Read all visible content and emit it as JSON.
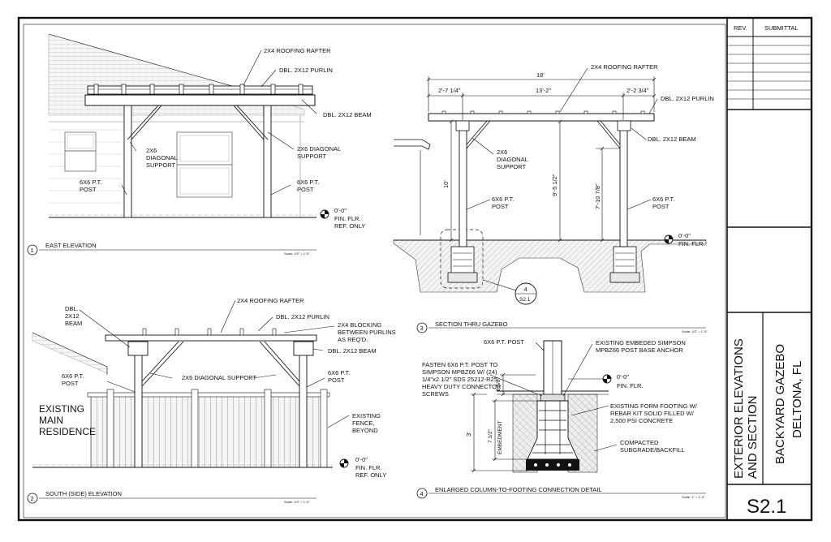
{
  "title_block": {
    "rev_header": "REV.",
    "submittal_header": "SUBMITTAL",
    "sheet_title_line1": "EXTERIOR ELEVATIONS",
    "sheet_title_line2": "AND SECTION",
    "project_line1": "BACKYARD GAZEBO",
    "project_line2": "DELTONA, FL",
    "sheet_number": "S2.1"
  },
  "views": {
    "east": {
      "number": "1",
      "title": "EAST ELEVATION",
      "scale": "Scale: 1/2\" = 1'-0\"",
      "labels": {
        "rafter": "2X4 ROOFING RAFTER",
        "purlin": "DBL. 2X12 PURLIN",
        "beam": "DBL. 2X12 BEAM",
        "diag_l1": "2X6",
        "diag_l2": "DIAGONAL",
        "diag_l3": "SUPPORT",
        "diag_r1": "2X6 DIAGONAL",
        "diag_r2": "SUPPORT",
        "post_l1": "6X6 P.T.",
        "post_l2": "POST",
        "post_r1": "6X6 P.T.",
        "post_r2": "POST",
        "elev": "0'-0\"",
        "fin1": "FIN. FLR.",
        "fin2": "REF. ONLY"
      }
    },
    "south": {
      "number": "2",
      "title": "SOUTH (SIDE) ELEVATION",
      "scale": "Scale: 1/2\" = 1'-0\"",
      "labels": {
        "rafter": "2X4 ROOFING RAFTER",
        "purlin": "DBL. 2X12 PURLIN",
        "beam_l1": "DBL.",
        "beam_l2": "2X12",
        "beam_l3": "BEAM",
        "block1": "2X4 BLOCKING",
        "block2": "BETWEEN PURLINS",
        "block3": "AS REQ'D.",
        "beam_r": "DBL. 2X12 BEAM",
        "post_l1": "6X6 P.T.",
        "post_l2": "POST",
        "post_r1": "6X6 P.T.",
        "post_r2": "POST",
        "diag": "2X6 DIAGONAL SUPPORT",
        "res1": "EXISTING",
        "res2": "MAIN",
        "res3": "RESIDENCE",
        "fence1": "EXISTING",
        "fence2": "FENCE,",
        "fence3": "BEYOND",
        "elev": "0'-0\"",
        "fin1": "FIN. FLR.",
        "fin2": "REF. ONLY"
      }
    },
    "section": {
      "number": "3",
      "title": "SECTION THRU GAZEBO",
      "scale": "Scale: 1/2\" = 1'-0\"",
      "labels": {
        "rafter": "2X4 ROOFING RAFTER",
        "purlin": "DBL. 2X12 PURLIN",
        "beam": "DBL. 2X12 BEAM",
        "diag1": "2X6",
        "diag2": "DIAGONAL",
        "diag3": "SUPPORT",
        "post_l1": "6X6 P.T.",
        "post_l2": "POST",
        "post_r1": "6X6 P.T.",
        "post_r2": "POST",
        "elev": "0'-0\"",
        "fin": "FIN. FLR.",
        "dim_overall": "18'",
        "dim_left": "2'-7 1/4\"",
        "dim_mid": "13'-2\"",
        "dim_right": "2'-2 3/4\"",
        "dim_post": "10'",
        "dim_h1": "9'-5 1/2\"",
        "dim_h2": "7'-10 7/8\"",
        "detail_num": "4",
        "detail_sheet": "S2.1"
      }
    },
    "detail": {
      "number": "4",
      "title": "ENLARGED COLUMN-TO-FOOTING CONNECTION DETAIL",
      "scale": "Scale: 1\" = 1'-0\"",
      "labels": {
        "post": "6X6 P.T. POST",
        "anchor1": "EXISTING EMBEDED SIMPSON",
        "anchor2": "MPBZ66 POST BASE ANCHOR",
        "fasten1": "FASTEN 6X6 P.T. POST TO",
        "fasten2": "SIMPSON MPBZ66 W/ (24)",
        "fasten3": "1/4\"x2 1/2\" SDS 25212-R25",
        "fasten4": "HEAVY DUTY CONNECTOR",
        "fasten5": "SCREWS",
        "elev": "0'-0\"",
        "fin": "FIN. FLR.",
        "footing1": "EXISTING FORM FOOTING W/",
        "footing2": "REBAR KIT SOLID FILLED W/",
        "footing3": "2,500 PSI CONCRETE",
        "compact1": "COMPACTED",
        "compact2": "SUBGRADE/BACKFILL",
        "dim_3ft": "3'",
        "dim_small": "8 5/8\"",
        "dim_embed": "7 1/2\"",
        "embed": "EMBEDMENT"
      }
    }
  }
}
